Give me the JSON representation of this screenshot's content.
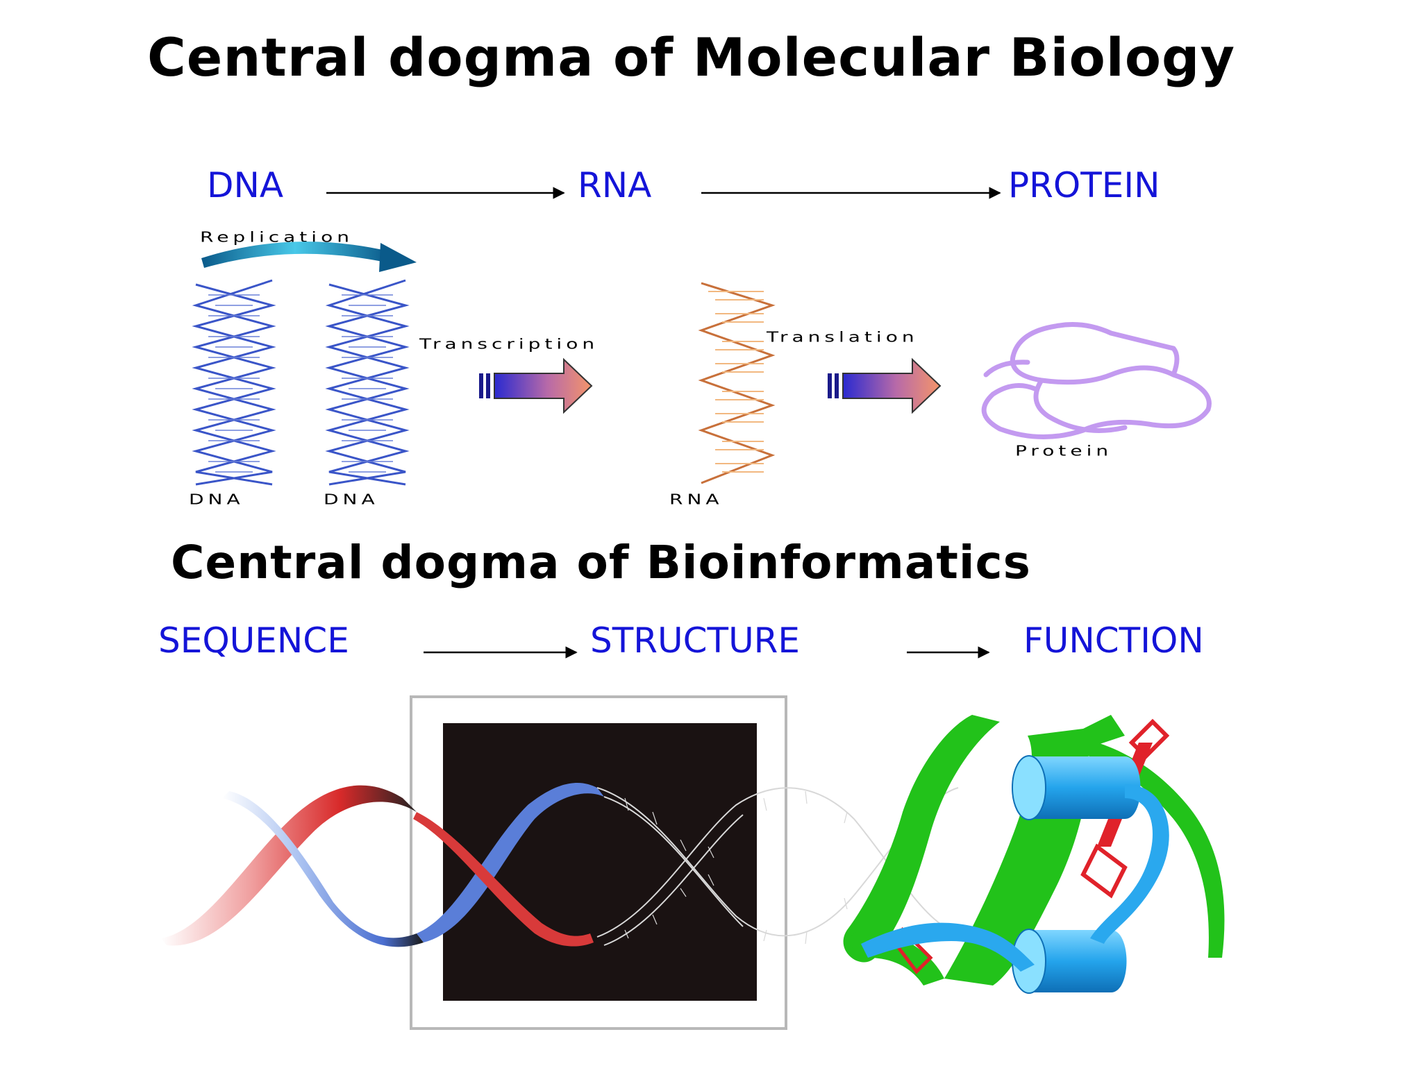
{
  "titles": {
    "molecular_biology": "Central dogma of Molecular Biology",
    "bioinformatics": "Central dogma of Bioinformatics"
  },
  "molecular_flow": [
    "DNA",
    "RNA",
    "PROTEIN"
  ],
  "bioinformatics_flow": [
    "SEQUENCE",
    "STRUCTURE",
    "FUNCTION"
  ],
  "illustration_labels": {
    "replication": "Replication",
    "transcription": "Transcription",
    "translation": "Translation",
    "dna_left": "DNA",
    "dna_right": "DNA",
    "rna": "RNA",
    "protein": "Protein"
  },
  "colors": {
    "flow_text": "#1414d8",
    "dna_helix": "#3a55c8",
    "rna_strand": "#d9874a",
    "protein_coil": "#c39af0",
    "process_arrow": "#f4956a",
    "replication_arrow": "#2a9fbf",
    "helix_green": "#22c21a",
    "helix_blue": "#2aa8ee",
    "loop_red": "#e0222a"
  }
}
